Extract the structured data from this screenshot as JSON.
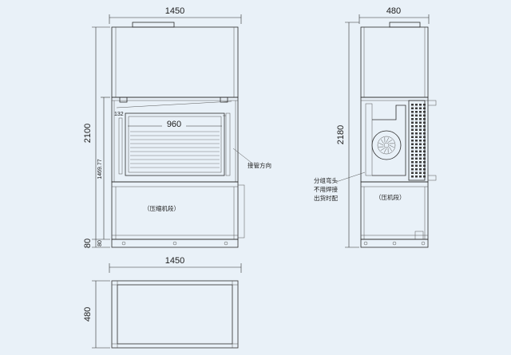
{
  "dimensions": {
    "front_width": "1450",
    "side_width": "480",
    "front_height": "2100",
    "side_height": "2180",
    "base_height": "80",
    "base_height_small": "80",
    "coil_height": "1469.77",
    "grille_width": "960",
    "grille_small": "132",
    "top_width": "1450",
    "top_depth": "480"
  },
  "labels": {
    "pipe_direction": "接管方向",
    "compressor_section_front": "（压缩机段）",
    "compressor_section_side": "（压机段）",
    "elbow_note_line1": "分组弯头",
    "elbow_note_line2": "不用焊接",
    "elbow_note_line3": "出货时配"
  },
  "colors": {
    "background": "#e9f1f8",
    "line": "#2b2b2b"
  }
}
